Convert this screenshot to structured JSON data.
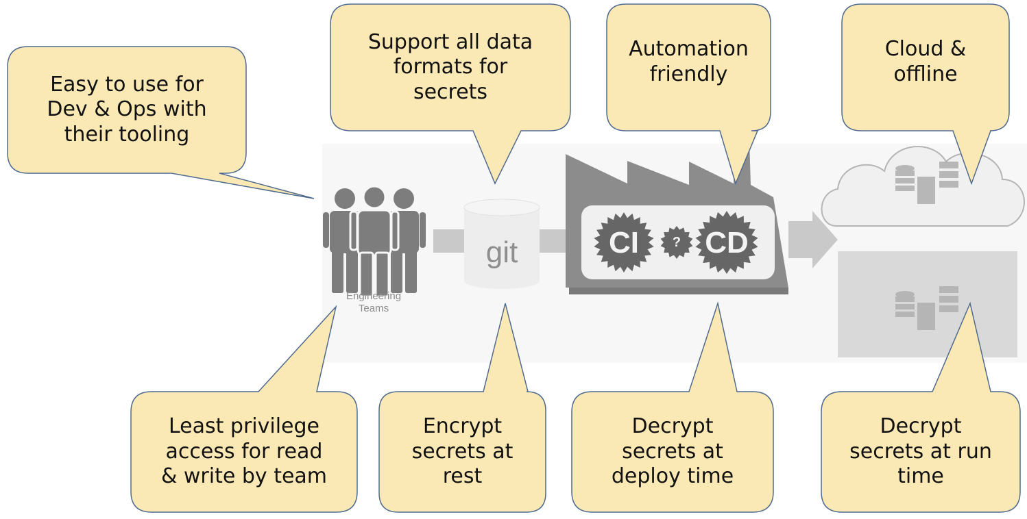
{
  "colors": {
    "callout_fill": "#fbe9b5",
    "callout_stroke": "#4f6a8f",
    "icon_gray": "#7d7d7d",
    "arrow_gray": "#c9c9c9",
    "factory_gray": "#8c8c8c"
  },
  "pipeline": {
    "team_label_line1": "Engineering",
    "team_label_line2": "Teams",
    "repo_label": "git",
    "ci_label": "CI",
    "cd_label": "CD",
    "gear_middle_label": "?"
  },
  "callouts": {
    "easy_to_use": [
      "Easy to use for",
      "Dev & Ops with",
      "their tooling"
    ],
    "data_formats": [
      "Support all data",
      "formats for",
      "secrets"
    ],
    "automation": [
      "Automation",
      "friendly"
    ],
    "cloud_offline": [
      "Cloud &",
      "offline"
    ],
    "least_privilege": [
      "Least privilege",
      "access for read",
      "& write by team"
    ],
    "encrypt_rest": [
      "Encrypt",
      "secrets at",
      "rest"
    ],
    "decrypt_deploy": [
      "Decrypt",
      "secrets at",
      "deploy time"
    ],
    "decrypt_run": [
      "Decrypt",
      "secrets at run",
      "time"
    ]
  }
}
